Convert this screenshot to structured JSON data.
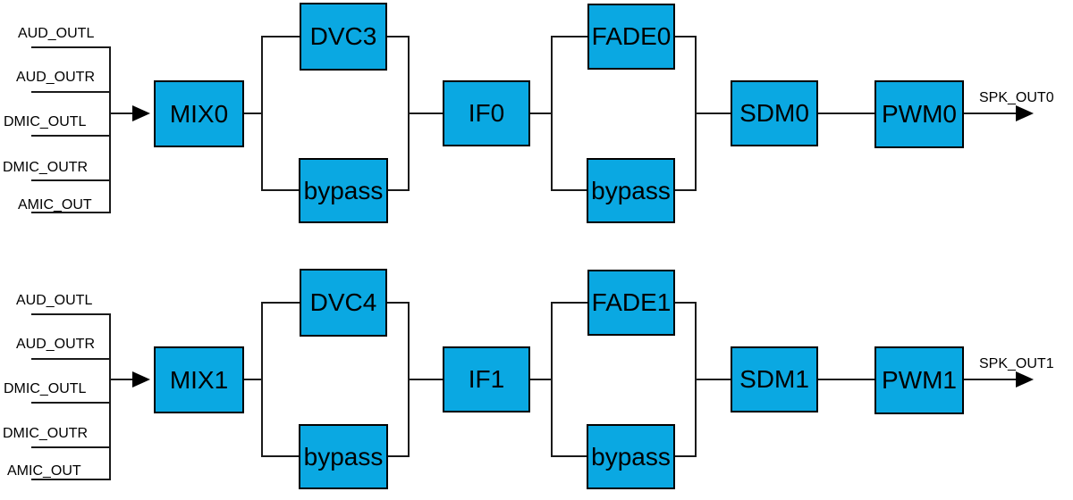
{
  "diagram": {
    "colors": {
      "background": "#ffffff",
      "block_fill": "#0aa8e2",
      "block_border": "#000000",
      "line": "#1a1a1a",
      "text": "#000000"
    },
    "channels": [
      {
        "inputs": [
          "AUD_OUTL",
          "AUD_OUTR",
          "DMIC_OUTL",
          "DMIC_OUTR",
          "AMIC_OUT"
        ],
        "blocks": {
          "mixer": "MIX0",
          "dvc": "DVC3",
          "dvc_bypass": "bypass",
          "if": "IF0",
          "fade": "FADE0",
          "fade_bypass": "bypass",
          "sdm": "SDM0",
          "pwm": "PWM0"
        },
        "output": "SPK_OUT0"
      },
      {
        "inputs": [
          "AUD_OUTL",
          "AUD_OUTR",
          "DMIC_OUTL",
          "DMIC_OUTR",
          "AMIC_OUT"
        ],
        "blocks": {
          "mixer": "MIX1",
          "dvc": "DVC4",
          "dvc_bypass": "bypass",
          "if": "IF1",
          "fade": "FADE1",
          "fade_bypass": "bypass",
          "sdm": "SDM1",
          "pwm": "PWM1"
        },
        "output": "SPK_OUT1"
      }
    ]
  }
}
